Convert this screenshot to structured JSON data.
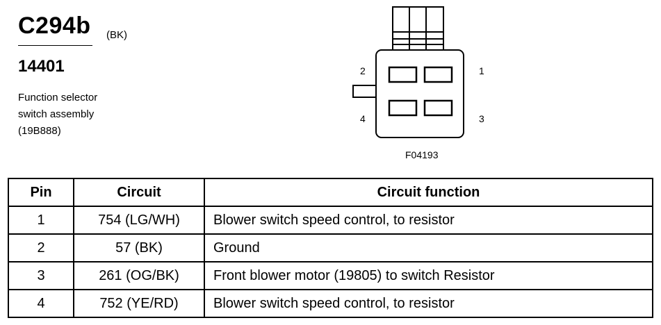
{
  "header": {
    "connector_id": "C294b",
    "color_code": "(BK)",
    "part_number": "14401",
    "description": [
      "Function selector",
      "switch assembly",
      "(19B888)"
    ]
  },
  "diagram": {
    "pin_labels": [
      "2",
      "1",
      "4",
      "3"
    ],
    "figure_id": "F04193"
  },
  "table": {
    "columns": [
      "Pin",
      "Circuit",
      "Circuit function"
    ],
    "rows": [
      {
        "pin": "1",
        "circuit": "754 (LG/WH)",
        "function": "Blower switch speed control, to resistor"
      },
      {
        "pin": "2",
        "circuit": "57 (BK)",
        "function": "Ground"
      },
      {
        "pin": "3",
        "circuit": "261 (OG/BK)",
        "function": "Front blower motor (19805) to switch Resistor"
      },
      {
        "pin": "4",
        "circuit": "752 (YE/RD)",
        "function": "Blower switch speed control, to resistor"
      }
    ]
  }
}
